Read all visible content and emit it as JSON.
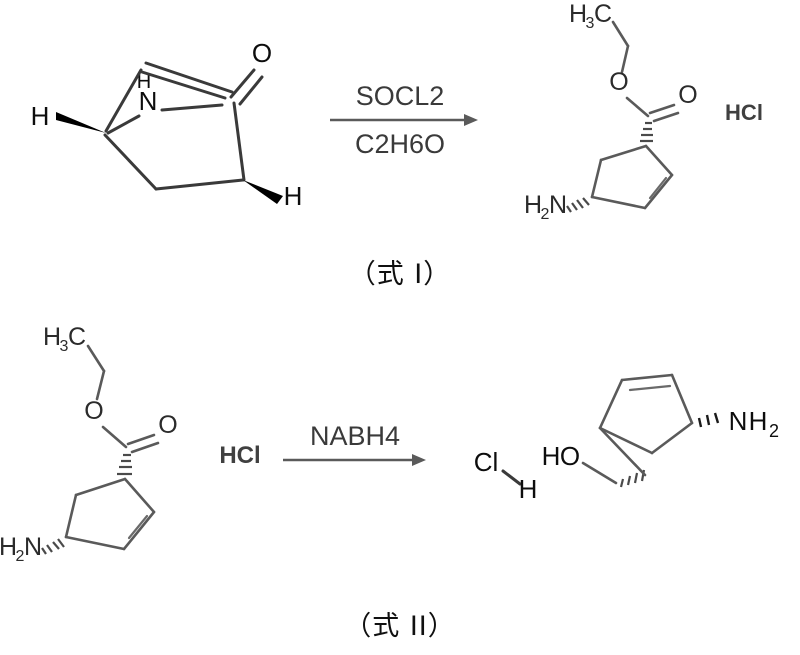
{
  "document": {
    "type": "chemical-reaction-scheme",
    "background_color": "#ffffff",
    "line_color": "#5a5a5a"
  },
  "schemes": [
    {
      "id": "scheme-1",
      "caption": "（式 I）",
      "reactant": {
        "name": "vince-lactam",
        "description": "2-azabicyclo[2.2.1]hept-5-en-3-one",
        "labels": {
          "nitrogen": "N",
          "nh_hydrogen": "H",
          "carbonyl_oxygen": "O",
          "bridgehead_h_left": "H",
          "bridgehead_h_right": "H"
        }
      },
      "conditions": {
        "above_arrow": "SOCL2",
        "below_arrow": "C2H6O"
      },
      "product": {
        "name": "ethyl-4-aminocyclopent-2-ene-1-carboxylate-hydrochloride",
        "labels": {
          "methyl": "H",
          "methyl_sub": "3",
          "methyl_c": "C",
          "ester_oxygen": "O",
          "carbonyl_oxygen": "O",
          "amine": "H",
          "amine_sub": "2",
          "amine_n": "N"
        },
        "salt": "HCl"
      }
    },
    {
      "id": "scheme-2",
      "caption": "（式 II）",
      "reactant": {
        "name": "ethyl-4-aminocyclopent-2-ene-1-carboxylate",
        "labels": {
          "methyl": "H",
          "methyl_sub": "3",
          "methyl_c": "C",
          "ester_oxygen": "O",
          "carbonyl_oxygen": "O",
          "amine": "H",
          "amine_sub": "2",
          "amine_n": "N"
        }
      },
      "acid_reagent": "HCl",
      "conditions": {
        "above_arrow": "NABH4",
        "below_arrow": ""
      },
      "product": {
        "name": "4-amino-cyclopent-2-ene-methanol-hydrochloride",
        "labels": {
          "chlorine": "Cl",
          "hydrogen": "H",
          "hydroxyl_h": "H",
          "hydroxyl_o": "O",
          "amine_n": "N",
          "amine_h": "H",
          "amine_sub": "2"
        }
      }
    }
  ]
}
